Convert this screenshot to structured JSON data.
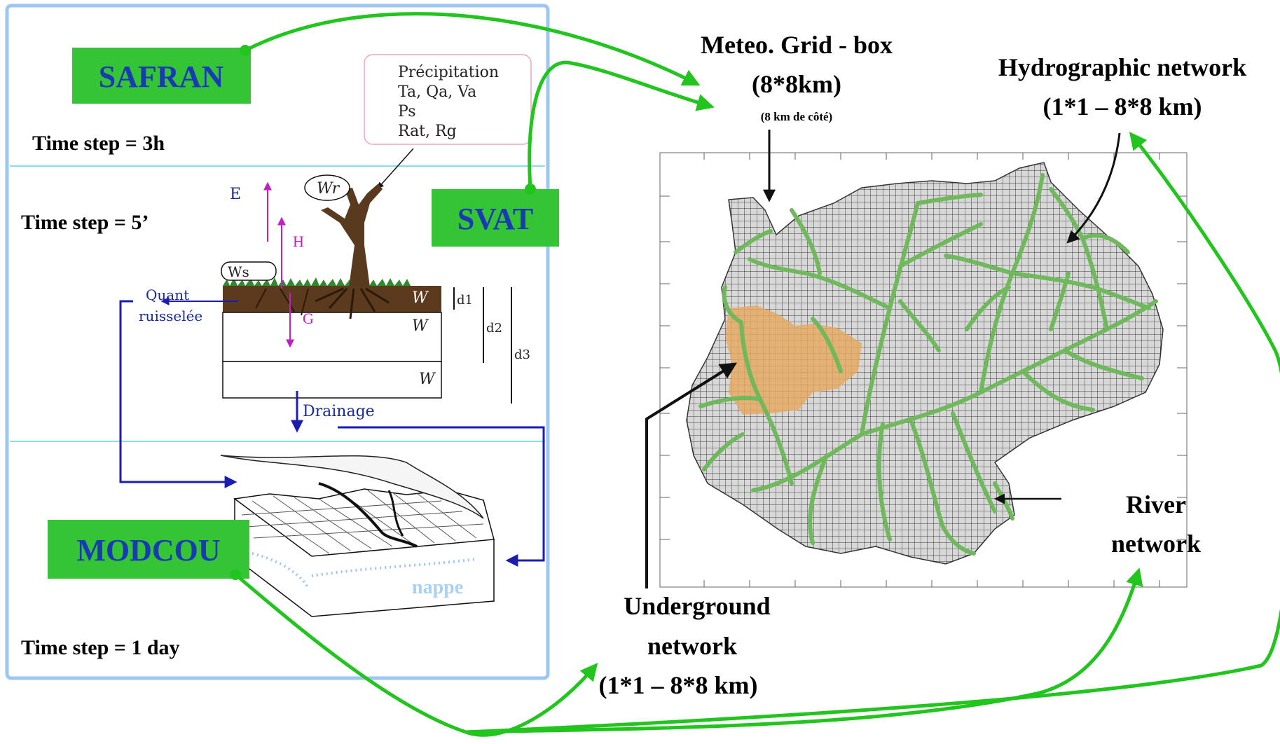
{
  "left_panel": {
    "models": {
      "safran": "SAFRAN",
      "svat": "SVAT",
      "modcou": "MODCOU"
    },
    "time_steps": {
      "safran": "Time step = 3h",
      "svat": "Time step = 5’",
      "modcou": "Time step  = 1 day"
    },
    "forcing_box": [
      "Précipitation",
      "Ta, Qa, Va",
      "Ps",
      "Rat, Rg"
    ],
    "soil_scheme": {
      "flux_e": "E",
      "flux_h": "H",
      "flux_g": "G",
      "wr": "Wr",
      "ws": "Ws",
      "runoff_line1": "Quant",
      "runoff_line2": "ruisselée",
      "drainage": "Drainage",
      "w1": "W",
      "w2": "W",
      "w3": "W",
      "d1": "d1",
      "d2": "d2",
      "d3": "d3"
    },
    "aquifer": "nappe"
  },
  "right_panel": {
    "meteo_grid": {
      "line1": "Meteo. Grid - box",
      "line2": "(8*8km)",
      "sub": "(8 km de côté)"
    },
    "hydro_network": {
      "line1": "Hydrographic network",
      "line2": "(1*1 – 8*8 km)"
    },
    "river_network": {
      "line1": "River",
      "line2": "network"
    },
    "underground_network": {
      "line1": "Underground",
      "line2": "network",
      "line3": "(1*1 – 8*8 km)"
    }
  },
  "colors": {
    "panel_border": "#9cc7f0",
    "model_box": "#35c435",
    "model_text": "#1a3ab5",
    "connector": "#22c41e",
    "river": "#6fb85c",
    "underground_area": "#e3b174",
    "grid": "#444444",
    "flow_blue": "#1c1cb0",
    "flux_magenta": "#c21ec2"
  }
}
